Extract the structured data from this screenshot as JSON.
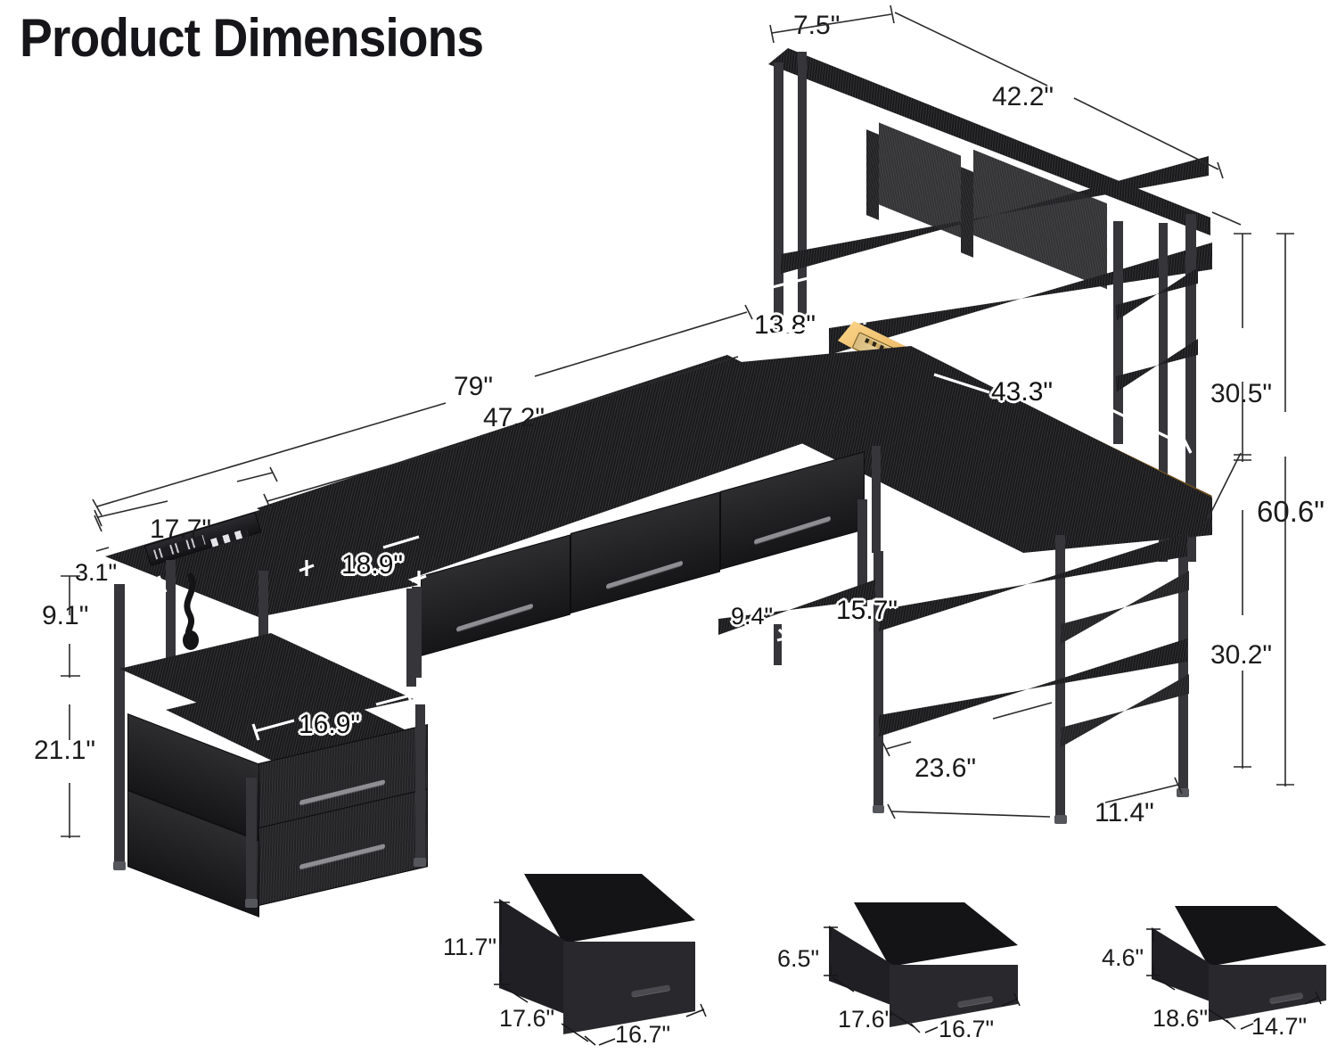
{
  "page": {
    "title": "Product Dimensions",
    "background": "#ffffff",
    "unit_symbol": "\""
  },
  "product": {
    "type": "L-shaped desk with hutch shelf, LED strip, power outlet, fabric drawers and file cabinet",
    "accent_led_color": "#f6c267",
    "frame_color": "#35353a",
    "surface_color": "#1a1a1c"
  },
  "dimensions": {
    "hutch_depth": "7.5\"",
    "hutch_width": "42.2\"",
    "hutch_shelf_gap": "13.8\"",
    "desk_total_length": "79\"",
    "desk_long_top": "47.2\"",
    "desk_right_top": "43.3\"",
    "left_return_width": "17.7\"",
    "left_return_thickness": "3.1\"",
    "desk_depth": "18.9\"",
    "left_tower_upper_height": "9.1\"",
    "left_tower_lower_height": "21.1\"",
    "file_cabinet_top": "16.9\"",
    "cpu_shelf_depth": "9.4\"",
    "cpu_shelf_width": "15.7\"",
    "right_shelf_width": "23.6\"",
    "right_shelf_depth": "11.4\"",
    "overall_height": "60.6\"",
    "upper_height": "30.5\"",
    "lower_height": "30.2\""
  },
  "bins": [
    {
      "name": "tall-storage-bin",
      "height": "11.7\"",
      "depth": "17.6\"",
      "width": "16.7\""
    },
    {
      "name": "medium-storage-bin",
      "height": "6.5\"",
      "depth": "17.6\"",
      "width": "16.7\""
    },
    {
      "name": "shallow-storage-bin",
      "height": "4.6\"",
      "depth": "18.6\"",
      "width": "14.7\""
    }
  ],
  "chart_data": {
    "type": "table",
    "title": "Product Dimensions",
    "categories": [
      "hutch depth",
      "hutch width",
      "hutch shelf gap",
      "desk total length",
      "desk long top",
      "desk right top",
      "left return width",
      "left return thickness",
      "desk depth",
      "left tower upper height",
      "left tower lower height",
      "file cabinet top",
      "cpu shelf depth",
      "cpu shelf width",
      "right shelf width",
      "right shelf depth",
      "overall height",
      "upper height",
      "lower height",
      "bin1 height",
      "bin1 depth",
      "bin1 width",
      "bin2 height",
      "bin2 depth",
      "bin2 width",
      "bin3 height",
      "bin3 depth",
      "bin3 width"
    ],
    "values": [
      7.5,
      42.2,
      13.8,
      79,
      47.2,
      43.3,
      17.7,
      3.1,
      18.9,
      9.1,
      21.1,
      16.9,
      9.4,
      15.7,
      23.6,
      11.4,
      60.6,
      30.5,
      30.2,
      11.7,
      17.6,
      16.7,
      6.5,
      17.6,
      16.7,
      4.6,
      18.6,
      14.7
    ],
    "unit": "inches",
    "xlabel": "",
    "ylabel": "inches"
  }
}
